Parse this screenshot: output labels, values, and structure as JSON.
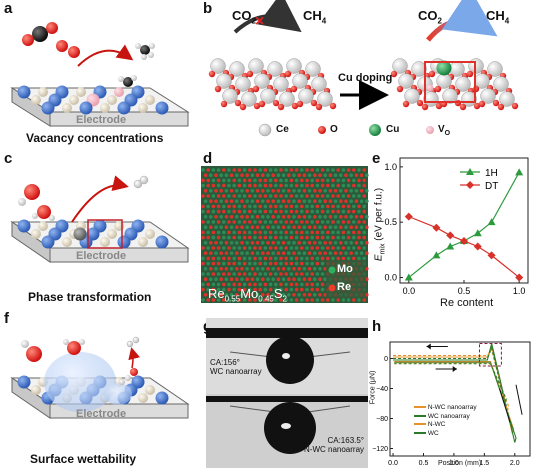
{
  "panel_labels": {
    "a": "a",
    "b": "b",
    "c": "c",
    "d": "d",
    "e": "e",
    "f": "f",
    "g": "g",
    "h": "h"
  },
  "panel_a": {
    "electrode_label": "Electrode",
    "caption": "Vacancy concentrations"
  },
  "panel_b": {
    "left_co2": "CO",
    "left_co2_sub": "2",
    "left_ch4": "CH",
    "left_ch4_sub": "4",
    "right_co2": "CO",
    "right_co2_sub": "2",
    "right_ch4": "CH",
    "right_ch4_sub": "4",
    "doping_label": "Cu doping",
    "legend": [
      {
        "label": "Ce",
        "color": "#e8e8e8"
      },
      {
        "label": "O",
        "color": "#d01818"
      },
      {
        "label": "Cu",
        "color": "#22a050"
      },
      {
        "label": "V",
        "sub": "O",
        "color": "#f0b8c0"
      }
    ]
  },
  "panel_c": {
    "electrode_label": "Electrode",
    "caption": "Phase transformation"
  },
  "panel_d": {
    "formula_parts": [
      "Re",
      "0.55",
      "Mo",
      "0.45",
      "S",
      "2"
    ],
    "legend": [
      {
        "label": "Mo",
        "color": "#2e8b57"
      },
      {
        "label": "Re",
        "color": "#e0302a"
      }
    ]
  },
  "panel_e": {
    "ylabel": "E",
    "ylabel_sub": "mix",
    "ylabel_rest": " (eV per f.u.)",
    "xlabel": "Re content",
    "xticks": [
      "0.0",
      "0.5",
      "1.0"
    ],
    "yticks": [
      "0.0",
      "0.5",
      "1.0"
    ]
  },
  "chart_data": {
    "type": "line",
    "xlabel": "Re content",
    "ylabel": "E_mix (eV per f.u.)",
    "xlim": [
      -0.08,
      1.08
    ],
    "ylim": [
      -0.05,
      1.08
    ],
    "legend_position": "top-right",
    "series": [
      {
        "name": "1H",
        "color": "#2e9a3e",
        "marker": "triangle",
        "x": [
          0,
          0.25,
          0.375,
          0.5,
          0.625,
          0.75,
          1.0
        ],
        "y": [
          0.0,
          0.2,
          0.28,
          0.33,
          0.4,
          0.5,
          0.95
        ]
      },
      {
        "name": "DT",
        "color": "#d8312a",
        "marker": "diamond",
        "x": [
          0,
          0.25,
          0.375,
          0.5,
          0.625,
          0.75,
          1.0
        ],
        "y": [
          0.55,
          0.45,
          0.38,
          0.33,
          0.28,
          0.2,
          0.0
        ]
      }
    ]
  },
  "panel_f": {
    "electrode_label": "Electrode",
    "caption": "Surface wettability"
  },
  "panel_g": {
    "top_ca_line1": "CA:156°",
    "top_ca_line2": "WC nanoarray",
    "bottom_ca_line1": "CA:163.5°",
    "bottom_ca_line2": "N-WC nanoarray"
  },
  "panel_h": {
    "ylabel": "Force (μN)",
    "xlabel": "Position (mm)",
    "xticks": [
      "0.0",
      "0.5",
      "1.0",
      "1.5",
      "2.0"
    ],
    "yticks": [
      "0",
      "−40",
      "−80",
      "−120"
    ],
    "ytick_values": [
      0,
      -40,
      -80,
      -120
    ],
    "legend": [
      {
        "label": "N-WC nanoarray",
        "color": "#e8902a",
        "dash": false
      },
      {
        "label": "WC nanoarray",
        "color": "#2a7a2a",
        "dash": false
      },
      {
        "label": "N-WC",
        "color": "#e8902a",
        "dash": true
      },
      {
        "label": "WC",
        "color": "#2a7a2a",
        "dash": true
      }
    ]
  }
}
